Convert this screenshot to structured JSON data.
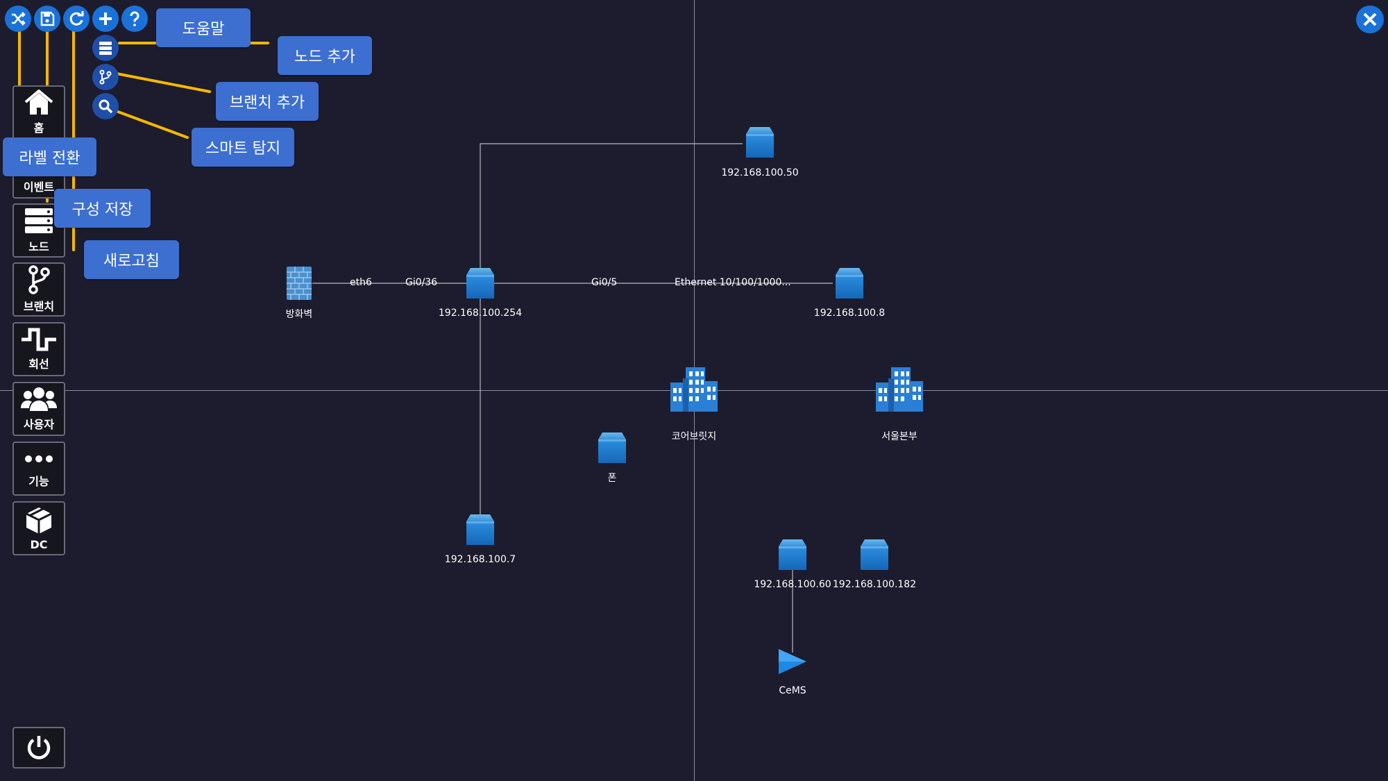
{
  "toolbar": {
    "icons": [
      "shuffle-icon",
      "save-icon",
      "refresh-icon",
      "plus-icon",
      "help-icon"
    ],
    "submenu_icons": [
      "server-icon",
      "branch-icon",
      "search-icon"
    ],
    "accent": "#1a72d9",
    "tooltip_color": "#3d6fd1",
    "leader_color": "#f5b800"
  },
  "tooltips": {
    "help": "도움말",
    "add_node": "노드 추가",
    "add_branch": "브랜치 추가",
    "smart_detect": "스마트 탐지",
    "label_toggle": "라벨 전환",
    "save_config": "구성 저장",
    "refresh": "새로고침"
  },
  "sidebar": {
    "items": [
      {
        "label": "홈",
        "icon": "home-icon"
      },
      {
        "label": "이벤트",
        "icon": "event-icon"
      },
      {
        "label": "노드",
        "icon": "server-icon"
      },
      {
        "label": "브랜치",
        "icon": "branch-icon"
      },
      {
        "label": "회선",
        "icon": "circuit-icon"
      },
      {
        "label": "사용자",
        "icon": "users-icon"
      },
      {
        "label": "기능",
        "icon": "more-icon"
      },
      {
        "label": "DC",
        "icon": "cube-icon"
      }
    ],
    "power_icon": "power-icon"
  },
  "topology": {
    "nodes": {
      "n50": "192.168.100.50",
      "firewall": "방화벽",
      "n254": "192.168.100.254",
      "n8": "192.168.100.8",
      "core": "코어브릿지",
      "seoul": "서울본부",
      "phone": "폰",
      "n7": "192.168.100.7",
      "n60": "192.168.100.60",
      "n182": "192.168.100.182",
      "cems": "CeMS"
    },
    "ports": {
      "eth6": "eth6",
      "gi036": "Gi0/36",
      "gi05": "Gi0/5",
      "ethernet": "Ethernet 10/100/1000..."
    }
  }
}
